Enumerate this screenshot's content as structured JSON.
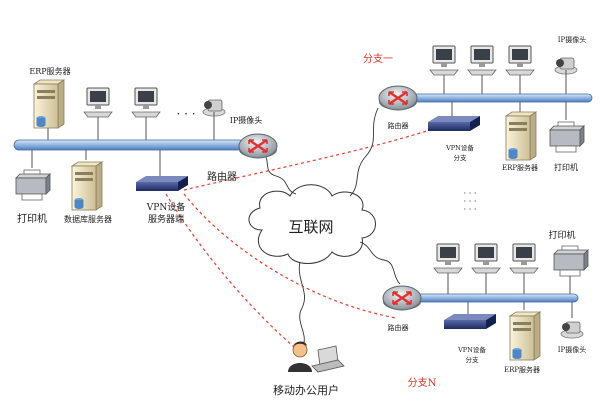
{
  "labels": {
    "erp_server": "ERP服务器",
    "pc": "",
    "dots": "· · ·",
    "ip_camera": "IP摄像头",
    "printer": "打印机",
    "db_server": "数据库服务器",
    "router": "路由器",
    "vpn_server_line1": "VPN设备",
    "vpn_server_line2": "服务器端",
    "internet": "互联网",
    "branch_1": "分支一",
    "branch_n": "分支N",
    "router_small": "路由器",
    "vpn_branch_line1": "VPN设备",
    "vpn_branch_line2": "分支",
    "mobile_user": "移动办公用户",
    "vdots": "·  ·  ·"
  },
  "colors": {
    "backbone": "#7fa6d6",
    "vpn_link": "#e04030",
    "branch_label": "#d23a2a",
    "router": "#9aa4ad",
    "router_arrow": "#d33"
  }
}
